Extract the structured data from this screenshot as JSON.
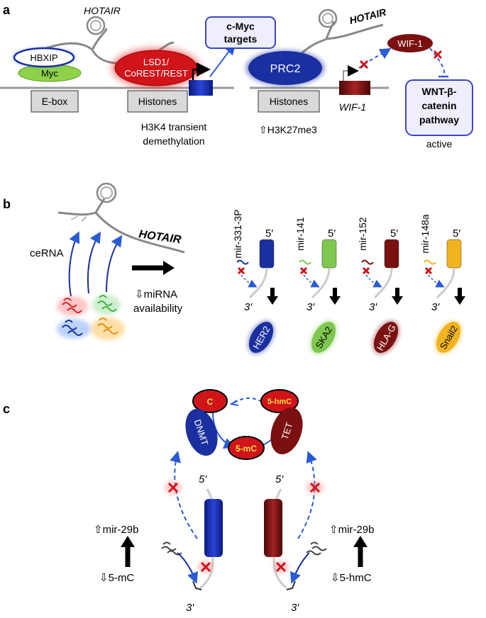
{
  "panels": {
    "a": {
      "letter": "a",
      "hotair_left": "HOTAIR",
      "hbxip": "HBXIP",
      "myc": "Myc",
      "ebox": "E-box",
      "lsd1_line1": "LSD1/",
      "lsd1_line2": "CoREST/REST",
      "histones_left": "Histones",
      "cmyc_line1": "c-Myc",
      "cmyc_line2": "targets",
      "h3k4_line1": "H3K4 transient",
      "h3k4_line2": "demethylation",
      "hotair_right": "HOTAIR",
      "prc2": "PRC2",
      "histones_right": "Histones",
      "wif1_protein": "WIF-1",
      "wif1_gene": "WIF-1",
      "h3k27": "⇧H3K27me3",
      "wnt_line1": "WNT-β-",
      "wnt_line2": "catenin",
      "wnt_line3": "pathway",
      "active": "active"
    },
    "b": {
      "letter": "b",
      "hotair": "HOTAIR",
      "cerna": "ceRNA",
      "mirna_line1": "⇩miRNA",
      "mirna_line2": "availability",
      "mirnas": [
        {
          "name": "mir-331-3P",
          "five": "5′",
          "three": "3′",
          "target": "HER2",
          "color": "#1a2fa0"
        },
        {
          "name": "mir-141",
          "five": "5′",
          "three": "3′",
          "target": "SKA2",
          "color": "#7ec850"
        },
        {
          "name": "mir-152",
          "five": "5′",
          "three": "3′",
          "target": "HLA-G",
          "color": "#7a1010"
        },
        {
          "name": "mir-148a",
          "five": "5′",
          "three": "3′",
          "target": "Snail2",
          "color": "#f2b41e"
        }
      ]
    },
    "c": {
      "letter": "c",
      "c_node": "C",
      "hmc_node": "5-hmC",
      "mc_node": "5-mC",
      "dnmt": "DNMT",
      "tet": "TET",
      "five_left": "5′",
      "five_right": "5′",
      "three_left": "3′",
      "three_right": "3′",
      "mir_left": "⇧mir-29b",
      "mir_right": "⇧mir-29b",
      "mc_down": "⇩5-mC",
      "hmc_down": "⇩5-hmC"
    }
  },
  "colors": {
    "blue": "#1a2fa0",
    "red": "#d0141a",
    "darkred": "#7a1010",
    "green": "#8fd24a",
    "yellow": "#f2b41e",
    "box_border": "#3b45c9",
    "gray": "#d9d9d9"
  }
}
